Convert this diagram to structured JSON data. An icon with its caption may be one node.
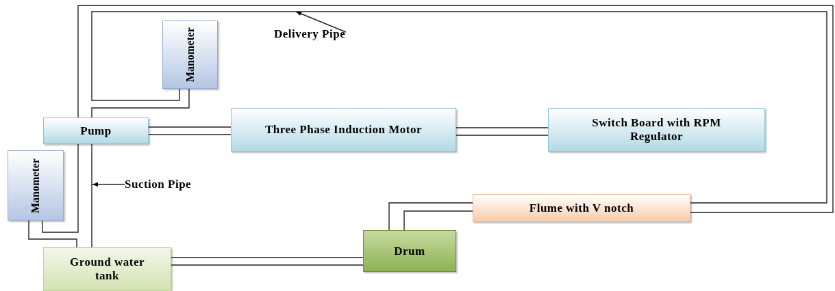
{
  "diagram": {
    "nodes": [
      {
        "text": [
          "Manometer"
        ]
      },
      {
        "text": [
          "Delivery Pipe"
        ]
      },
      {
        "text": [
          "Pump"
        ]
      },
      {
        "text": [
          "Three Phase Induction Motor"
        ]
      },
      {
        "text": [
          "Switch Board with RPM Regulator"
        ]
      },
      {
        "text": [
          "Suction Pipe"
        ]
      },
      {
        "text": [
          "Manometer"
        ]
      },
      {
        "text": [
          "Flume with V notch"
        ]
      },
      {
        "text": [
          "Drum"
        ]
      },
      {
        "text": [
          "Ground water tank"
        ]
      }
    ],
    "edges": [
      {
        "from": 7,
        "to": 2,
        "arrow": "none"
      },
      {
        "from": 0,
        "to": 2,
        "arrow": "none"
      },
      {
        "from": 1,
        "to": null,
        "arrow": "to"
      },
      {
        "from": 2,
        "to": 3,
        "arrow": "none"
      },
      {
        "from": 3,
        "to": 4,
        "arrow": "none"
      },
      {
        "from": 9,
        "to": 2,
        "arrow": "none"
      },
      {
        "from": 5,
        "to": null,
        "arrow": "to"
      },
      {
        "from": 6,
        "to": 2,
        "arrow": "none"
      },
      {
        "from": 6,
        "to": 9,
        "arrow": "none"
      },
      {
        "from": 8,
        "to": 7,
        "arrow": "none"
      },
      {
        "from": 9,
        "to": 8,
        "arrow": "none"
      },
      {
        "from": 7,
        "to": 0,
        "arrow": "none"
      }
    ]
  }
}
